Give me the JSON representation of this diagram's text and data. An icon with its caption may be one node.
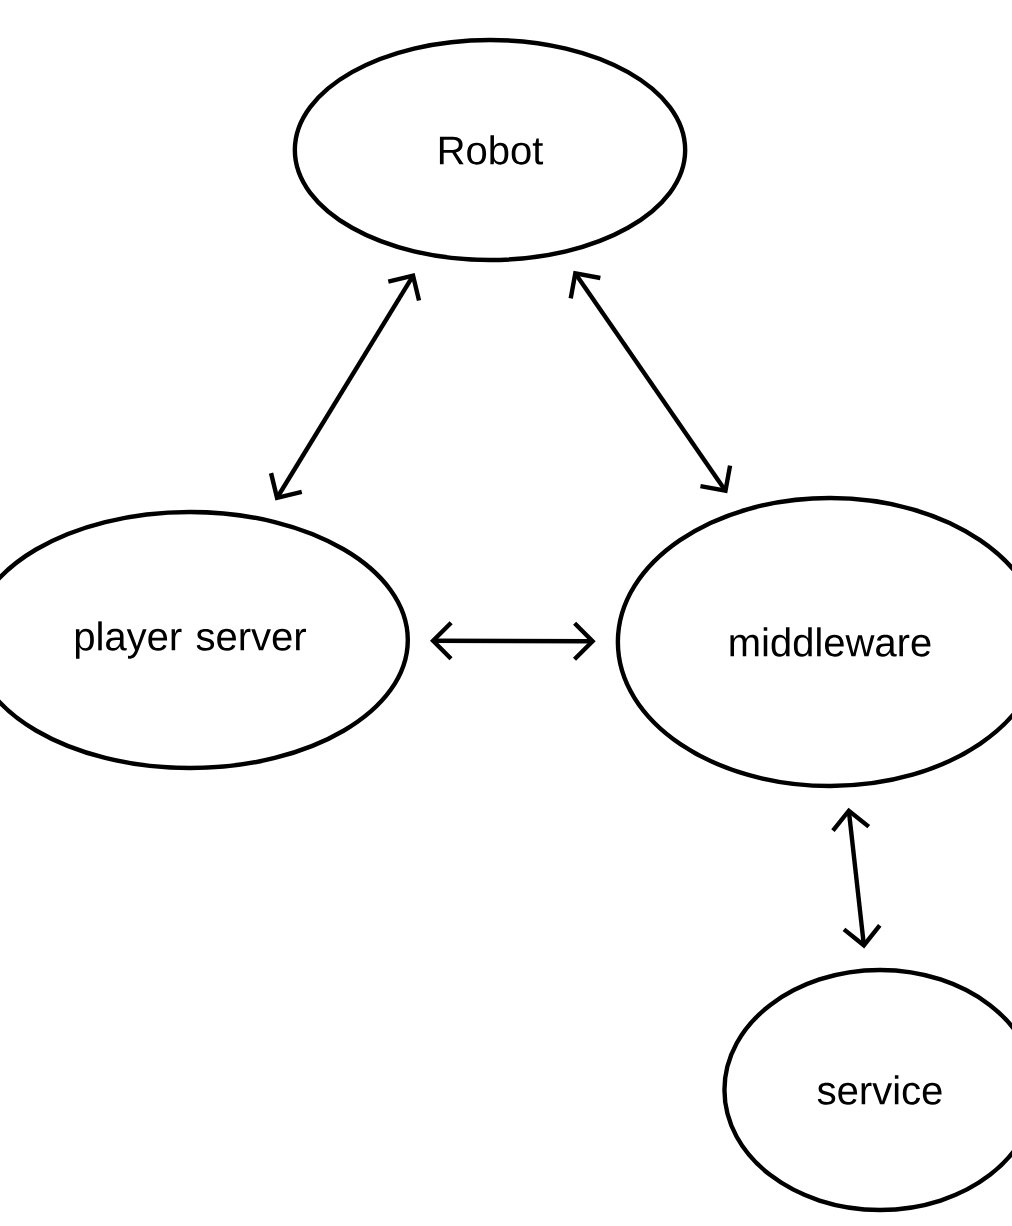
{
  "diagram": {
    "nodes": [
      {
        "text": [
          "Robot"
        ]
      },
      {
        "text": [
          "player server"
        ]
      },
      {
        "text": [
          "middleware"
        ]
      },
      {
        "text": [
          "service"
        ]
      }
    ],
    "edges": [
      {
        "from": 0,
        "to": 1,
        "arrow": "both"
      },
      {
        "from": 0,
        "to": 2,
        "arrow": "both"
      },
      {
        "from": 1,
        "to": 2,
        "arrow": "both"
      },
      {
        "from": 2,
        "to": 3,
        "arrow": "both"
      }
    ]
  }
}
